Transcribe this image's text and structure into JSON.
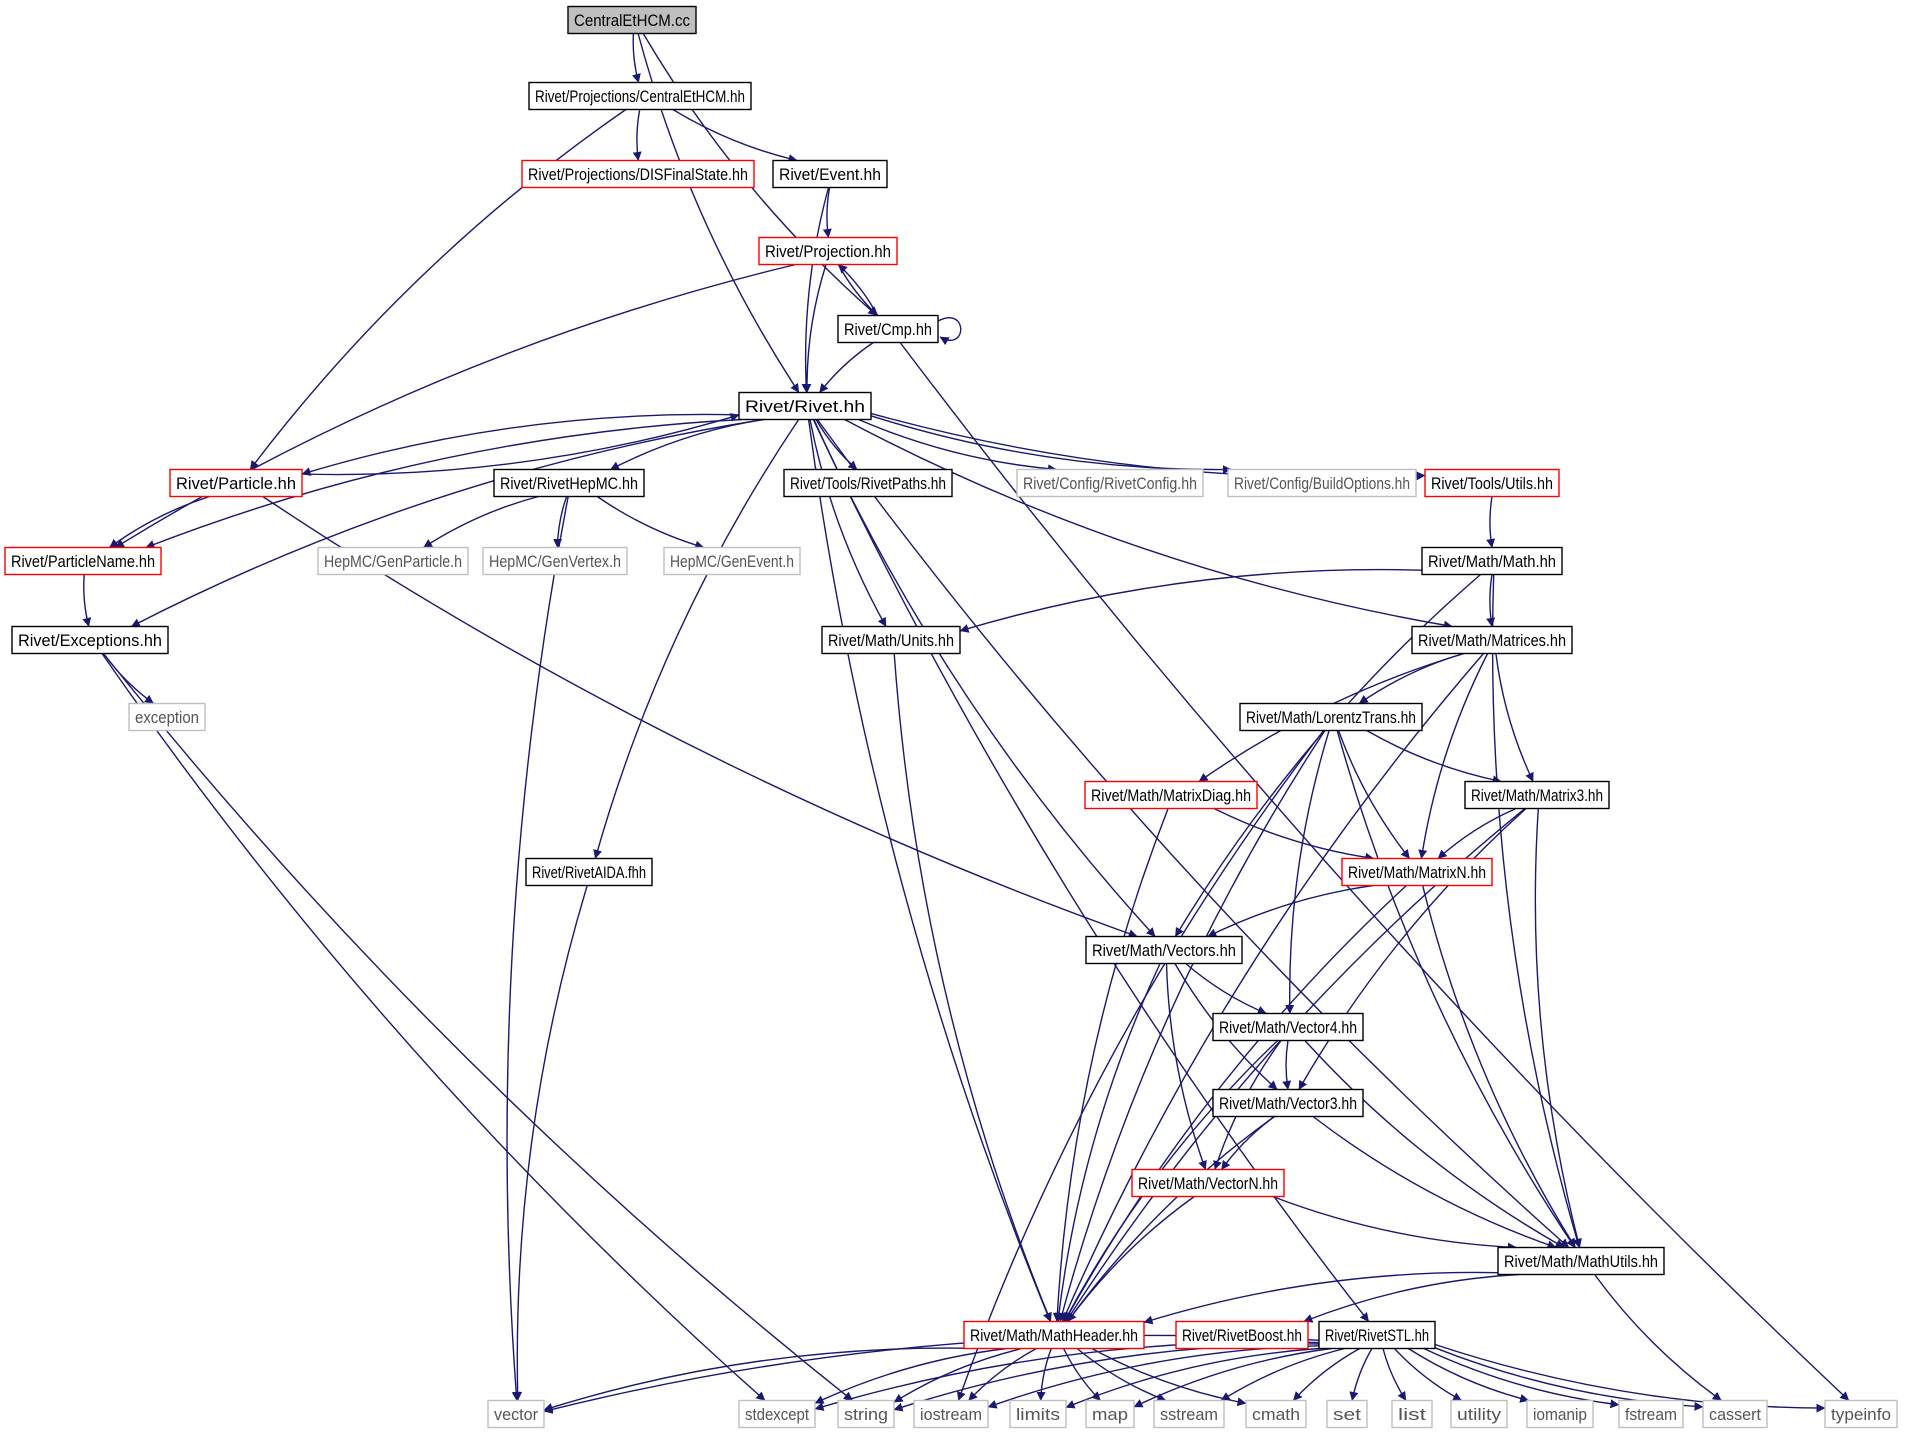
{
  "diagram": {
    "type": "include-dependency-graph",
    "colors": {
      "edge": "#191970",
      "normal_border": "#000000",
      "link_border": "#ff0000",
      "external_border": "#bfbfbf",
      "root_fill": "#bfbfbf",
      "normal_text": "#000000",
      "external_text": "#555555"
    },
    "nodes": [
      {
        "id": "root",
        "label": "CentralEtHCM.cc",
        "style": "root"
      },
      {
        "id": "proj_cent",
        "label": "Rivet/Projections/CentralEtHCM.hh",
        "style": "normal"
      },
      {
        "id": "proj_dis",
        "label": "Rivet/Projections/DISFinalState.hh",
        "style": "link"
      },
      {
        "id": "event",
        "label": "Rivet/Event.hh",
        "style": "normal"
      },
      {
        "id": "projection",
        "label": "Rivet/Projection.hh",
        "style": "link"
      },
      {
        "id": "cmp",
        "label": "Rivet/Cmp.hh",
        "style": "normal"
      },
      {
        "id": "rivet",
        "label": "Rivet/Rivet.hh",
        "style": "normal"
      },
      {
        "id": "particle",
        "label": "Rivet/Particle.hh",
        "style": "link"
      },
      {
        "id": "rivethepmc",
        "label": "Rivet/RivetHepMC.hh",
        "style": "normal"
      },
      {
        "id": "rivetpaths",
        "label": "Rivet/Tools/RivetPaths.hh",
        "style": "normal"
      },
      {
        "id": "rivetconfig",
        "label": "Rivet/Config/RivetConfig.hh",
        "style": "external"
      },
      {
        "id": "buildoptions",
        "label": "Rivet/Config/BuildOptions.hh",
        "style": "external"
      },
      {
        "id": "utils",
        "label": "Rivet/Tools/Utils.hh",
        "style": "link"
      },
      {
        "id": "particlename",
        "label": "Rivet/ParticleName.hh",
        "style": "link"
      },
      {
        "id": "genparticle",
        "label": "HepMC/GenParticle.h",
        "style": "external"
      },
      {
        "id": "genvertex",
        "label": "HepMC/GenVertex.h",
        "style": "external"
      },
      {
        "id": "genevent",
        "label": "HepMC/GenEvent.h",
        "style": "external"
      },
      {
        "id": "mathmath",
        "label": "Rivet/Math/Math.hh",
        "style": "normal"
      },
      {
        "id": "exceptions",
        "label": "Rivet/Exceptions.hh",
        "style": "normal"
      },
      {
        "id": "units",
        "label": "Rivet/Math/Units.hh",
        "style": "normal"
      },
      {
        "id": "matrices",
        "label": "Rivet/Math/Matrices.hh",
        "style": "normal"
      },
      {
        "id": "exception",
        "label": "exception",
        "style": "external"
      },
      {
        "id": "lorentz",
        "label": "Rivet/Math/LorentzTrans.hh",
        "style": "normal"
      },
      {
        "id": "matrixdiag",
        "label": "Rivet/Math/MatrixDiag.hh",
        "style": "link"
      },
      {
        "id": "matrix3",
        "label": "Rivet/Math/Matrix3.hh",
        "style": "normal"
      },
      {
        "id": "aida",
        "label": "Rivet/RivetAIDA.fhh",
        "style": "normal"
      },
      {
        "id": "matrixn",
        "label": "Rivet/Math/MatrixN.hh",
        "style": "link"
      },
      {
        "id": "vectors",
        "label": "Rivet/Math/Vectors.hh",
        "style": "normal"
      },
      {
        "id": "vector4",
        "label": "Rivet/Math/Vector4.hh",
        "style": "normal"
      },
      {
        "id": "vector3",
        "label": "Rivet/Math/Vector3.hh",
        "style": "normal"
      },
      {
        "id": "vectorn",
        "label": "Rivet/Math/VectorN.hh",
        "style": "link"
      },
      {
        "id": "mathutils",
        "label": "Rivet/Math/MathUtils.hh",
        "style": "normal"
      },
      {
        "id": "mathheader",
        "label": "Rivet/Math/MathHeader.hh",
        "style": "link"
      },
      {
        "id": "rivetboost",
        "label": "Rivet/RivetBoost.hh",
        "style": "link"
      },
      {
        "id": "rivetstl",
        "label": "Rivet/RivetSTL.hh",
        "style": "normal"
      },
      {
        "id": "vector",
        "label": "vector",
        "style": "external"
      },
      {
        "id": "stdexcept",
        "label": "stdexcept",
        "style": "external"
      },
      {
        "id": "string",
        "label": "string",
        "style": "external"
      },
      {
        "id": "iostream",
        "label": "iostream",
        "style": "external"
      },
      {
        "id": "limits",
        "label": "limits",
        "style": "external"
      },
      {
        "id": "map",
        "label": "map",
        "style": "external"
      },
      {
        "id": "sstream",
        "label": "sstream",
        "style": "external"
      },
      {
        "id": "cmath",
        "label": "cmath",
        "style": "external"
      },
      {
        "id": "set",
        "label": "set",
        "style": "external"
      },
      {
        "id": "list",
        "label": "list",
        "style": "external"
      },
      {
        "id": "utility",
        "label": "utility",
        "style": "external"
      },
      {
        "id": "iomanip",
        "label": "iomanip",
        "style": "external"
      },
      {
        "id": "fstream",
        "label": "fstream",
        "style": "external"
      },
      {
        "id": "cassert",
        "label": "cassert",
        "style": "external"
      },
      {
        "id": "typeinfo",
        "label": "typeinfo",
        "style": "external"
      }
    ],
    "edges": [
      [
        "root",
        "proj_cent"
      ],
      [
        "root",
        "rivet"
      ],
      [
        "root",
        "cmp"
      ],
      [
        "proj_cent",
        "particle"
      ],
      [
        "proj_cent",
        "proj_dis"
      ],
      [
        "proj_cent",
        "event"
      ],
      [
        "event",
        "projection"
      ],
      [
        "event",
        "rivet"
      ],
      [
        "projection",
        "cmp"
      ],
      [
        "projection",
        "particlename"
      ],
      [
        "projection",
        "rivet"
      ],
      [
        "cmp",
        "projection"
      ],
      [
        "cmp",
        "cmp"
      ],
      [
        "cmp",
        "rivet"
      ],
      [
        "cmp",
        "typeinfo"
      ],
      [
        "rivet",
        "particle"
      ],
      [
        "rivet",
        "particlename"
      ],
      [
        "rivet",
        "exceptions"
      ],
      [
        "rivet",
        "rivethepmc"
      ],
      [
        "rivet",
        "rivetpaths"
      ],
      [
        "rivet",
        "rivetconfig"
      ],
      [
        "rivet",
        "buildoptions"
      ],
      [
        "rivet",
        "utils"
      ],
      [
        "rivet",
        "units"
      ],
      [
        "rivet",
        "aida"
      ],
      [
        "rivet",
        "vectors"
      ],
      [
        "rivet",
        "matrices"
      ],
      [
        "rivet",
        "mathutils"
      ],
      [
        "rivet",
        "mathheader"
      ],
      [
        "rivet",
        "rivetstl"
      ],
      [
        "particle",
        "rivet"
      ],
      [
        "particle",
        "particlename"
      ],
      [
        "particle",
        "vectors"
      ],
      [
        "particlename",
        "exceptions"
      ],
      [
        "rivethepmc",
        "genparticle"
      ],
      [
        "rivethepmc",
        "genvertex"
      ],
      [
        "rivethepmc",
        "genevent"
      ],
      [
        "rivethepmc",
        "vector"
      ],
      [
        "exceptions",
        "exception"
      ],
      [
        "exceptions",
        "stdexcept"
      ],
      [
        "exceptions",
        "string"
      ],
      [
        "utils",
        "mathmath"
      ],
      [
        "mathmath",
        "units"
      ],
      [
        "mathmath",
        "matrices"
      ],
      [
        "mathmath",
        "vectors"
      ],
      [
        "mathmath",
        "mathutils"
      ],
      [
        "units",
        "mathheader"
      ],
      [
        "matrices",
        "lorentz"
      ],
      [
        "matrices",
        "matrixdiag"
      ],
      [
        "matrices",
        "matrix3"
      ],
      [
        "matrices",
        "matrixn"
      ],
      [
        "matrices",
        "mathheader"
      ],
      [
        "lorentz",
        "matrix3"
      ],
      [
        "lorentz",
        "matrixn"
      ],
      [
        "lorentz",
        "vector4"
      ],
      [
        "lorentz",
        "mathutils"
      ],
      [
        "lorentz",
        "mathheader"
      ],
      [
        "lorentz",
        "iostream"
      ],
      [
        "matrixdiag",
        "matrixn"
      ],
      [
        "matrixdiag",
        "mathheader"
      ],
      [
        "matrix3",
        "matrixn"
      ],
      [
        "matrix3",
        "vector3"
      ],
      [
        "matrix3",
        "mathutils"
      ],
      [
        "matrix3",
        "mathheader"
      ],
      [
        "aida",
        "vector"
      ],
      [
        "matrixn",
        "vectors"
      ],
      [
        "matrixn",
        "mathutils"
      ],
      [
        "matrixn",
        "mathheader"
      ],
      [
        "vectors",
        "vector4"
      ],
      [
        "vectors",
        "vector3"
      ],
      [
        "vectors",
        "vectorn"
      ],
      [
        "vectors",
        "mathheader"
      ],
      [
        "vector4",
        "vector3"
      ],
      [
        "vector4",
        "vectorn"
      ],
      [
        "vector4",
        "mathutils"
      ],
      [
        "vector4",
        "mathheader"
      ],
      [
        "vector3",
        "vectorn"
      ],
      [
        "vector3",
        "mathutils"
      ],
      [
        "vector3",
        "mathheader"
      ],
      [
        "vectorn",
        "mathutils"
      ],
      [
        "vectorn",
        "mathheader"
      ],
      [
        "mathutils",
        "mathheader"
      ],
      [
        "mathutils",
        "rivetboost"
      ],
      [
        "mathutils",
        "cassert"
      ],
      [
        "mathheader",
        "vector"
      ],
      [
        "mathheader",
        "stdexcept"
      ],
      [
        "mathheader",
        "string"
      ],
      [
        "mathheader",
        "iostream"
      ],
      [
        "mathheader",
        "limits"
      ],
      [
        "mathheader",
        "map"
      ],
      [
        "mathheader",
        "sstream"
      ],
      [
        "mathheader",
        "cmath"
      ],
      [
        "rivetstl",
        "vector"
      ],
      [
        "rivetstl",
        "stdexcept"
      ],
      [
        "rivetstl",
        "string"
      ],
      [
        "rivetstl",
        "iostream"
      ],
      [
        "rivetstl",
        "limits"
      ],
      [
        "rivetstl",
        "map"
      ],
      [
        "rivetstl",
        "sstream"
      ],
      [
        "rivetstl",
        "cmath"
      ],
      [
        "rivetstl",
        "set"
      ],
      [
        "rivetstl",
        "list"
      ],
      [
        "rivetstl",
        "utility"
      ],
      [
        "rivetstl",
        "iomanip"
      ],
      [
        "rivetstl",
        "fstream"
      ],
      [
        "rivetstl",
        "cassert"
      ],
      [
        "rivetstl",
        "typeinfo"
      ]
    ]
  }
}
